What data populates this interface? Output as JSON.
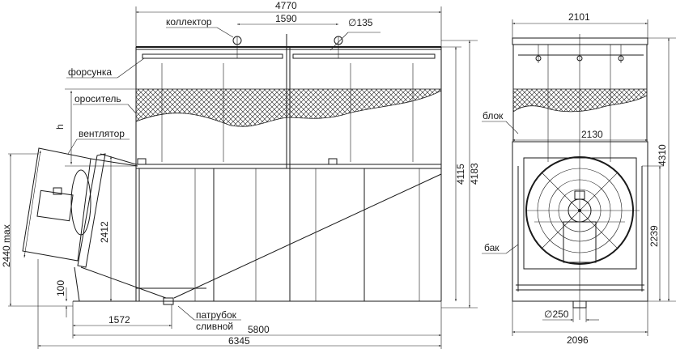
{
  "labels": {
    "collector": "коллектор",
    "nozzle": "форсунка",
    "sprinkler": "ороситель",
    "fan": "вентлятор",
    "drain_pipe_1": "патрубок",
    "drain_pipe_2": "сливной",
    "block": "блок",
    "tank": "бак",
    "h": "h"
  },
  "dimensions": {
    "side_width_top": "4770",
    "collector_spacing": "1590",
    "pipe_diameter": "∅135",
    "height_4115": "4115",
    "height_4183": "4183",
    "fan_height_max": "2440 max",
    "fan_mount_height": "2412",
    "base_offset": "100",
    "drain_offset": "1572",
    "length_5800": "5800",
    "length_6345": "6345",
    "front_width_top": "2101",
    "front_width_mid": "2130",
    "front_height": "4310",
    "tank_height": "2239",
    "drain_diameter": "∅250",
    "front_width_bottom": "2096"
  }
}
